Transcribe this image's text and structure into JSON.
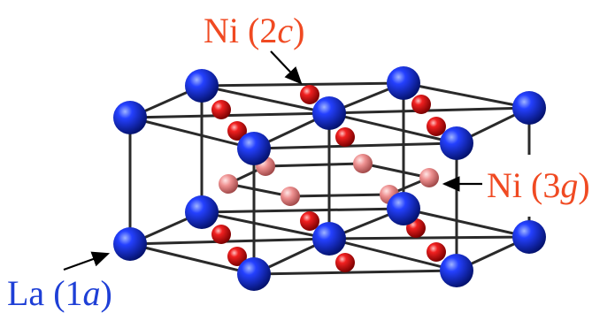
{
  "labels": {
    "ni_2c": {
      "element": "Ni",
      "open": " (2",
      "site": "c",
      "close": ")"
    },
    "ni_3g": {
      "element": "Ni",
      "open": " (3",
      "site": "g",
      "close": ")"
    },
    "la_1a": {
      "element": "La",
      "open": " (1",
      "site": "a",
      "close": ")"
    }
  },
  "colors": {
    "label_ni": "#f04a22",
    "label_la": "#1e3fd6",
    "la_atom": "#0a1ee0",
    "ni_2c_atom": "#e21212",
    "ni_3g_atom": "#e58585",
    "bond": "#2a2a2a"
  },
  "atoms": {
    "la": "La (1a)",
    "ni_2c": "Ni (2c)",
    "ni_3g": "Ni (3g)"
  }
}
